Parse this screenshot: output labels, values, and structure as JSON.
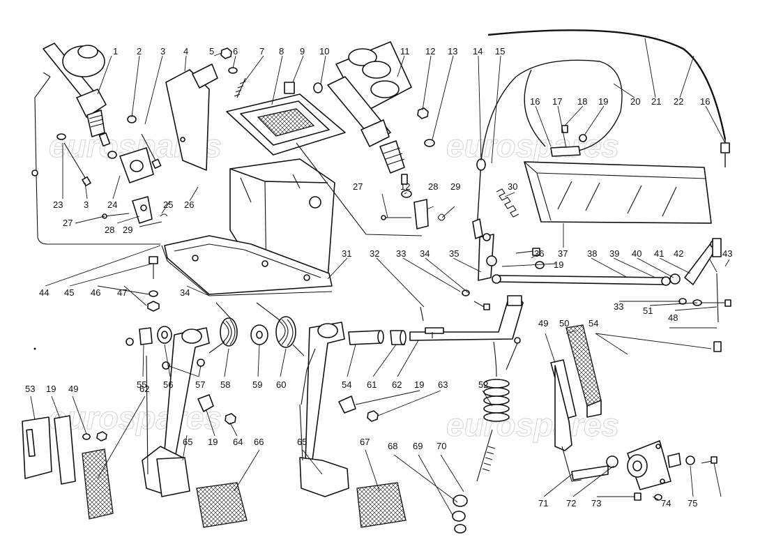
{
  "watermark": "eurospares",
  "callouts": [
    "1",
    "2",
    "3",
    "4",
    "5",
    "6",
    "7",
    "8",
    "9",
    "10",
    "11",
    "12",
    "13",
    "14",
    "15",
    "16",
    "17",
    "18",
    "19",
    "20",
    "21",
    "22",
    "16",
    "23",
    "3",
    "24",
    "25",
    "26",
    "27",
    "28",
    "29",
    "27",
    "12",
    "28",
    "29",
    "30",
    "37",
    "31",
    "32",
    "33",
    "34",
    "35",
    "36",
    "19",
    "38",
    "39",
    "40",
    "41",
    "42",
    "43",
    "44",
    "45",
    "46",
    "47",
    "34",
    "33",
    "51",
    "48",
    "49",
    "50",
    "54",
    "55",
    "56",
    "57",
    "58",
    "59",
    "60",
    "54",
    "61",
    "62",
    "19",
    "63",
    "52",
    "53",
    "19",
    "49",
    "62",
    "19",
    "64",
    "65",
    "66",
    "65",
    "67",
    "68",
    "69",
    "70",
    "71",
    "72",
    "73",
    "74",
    "75"
  ]
}
